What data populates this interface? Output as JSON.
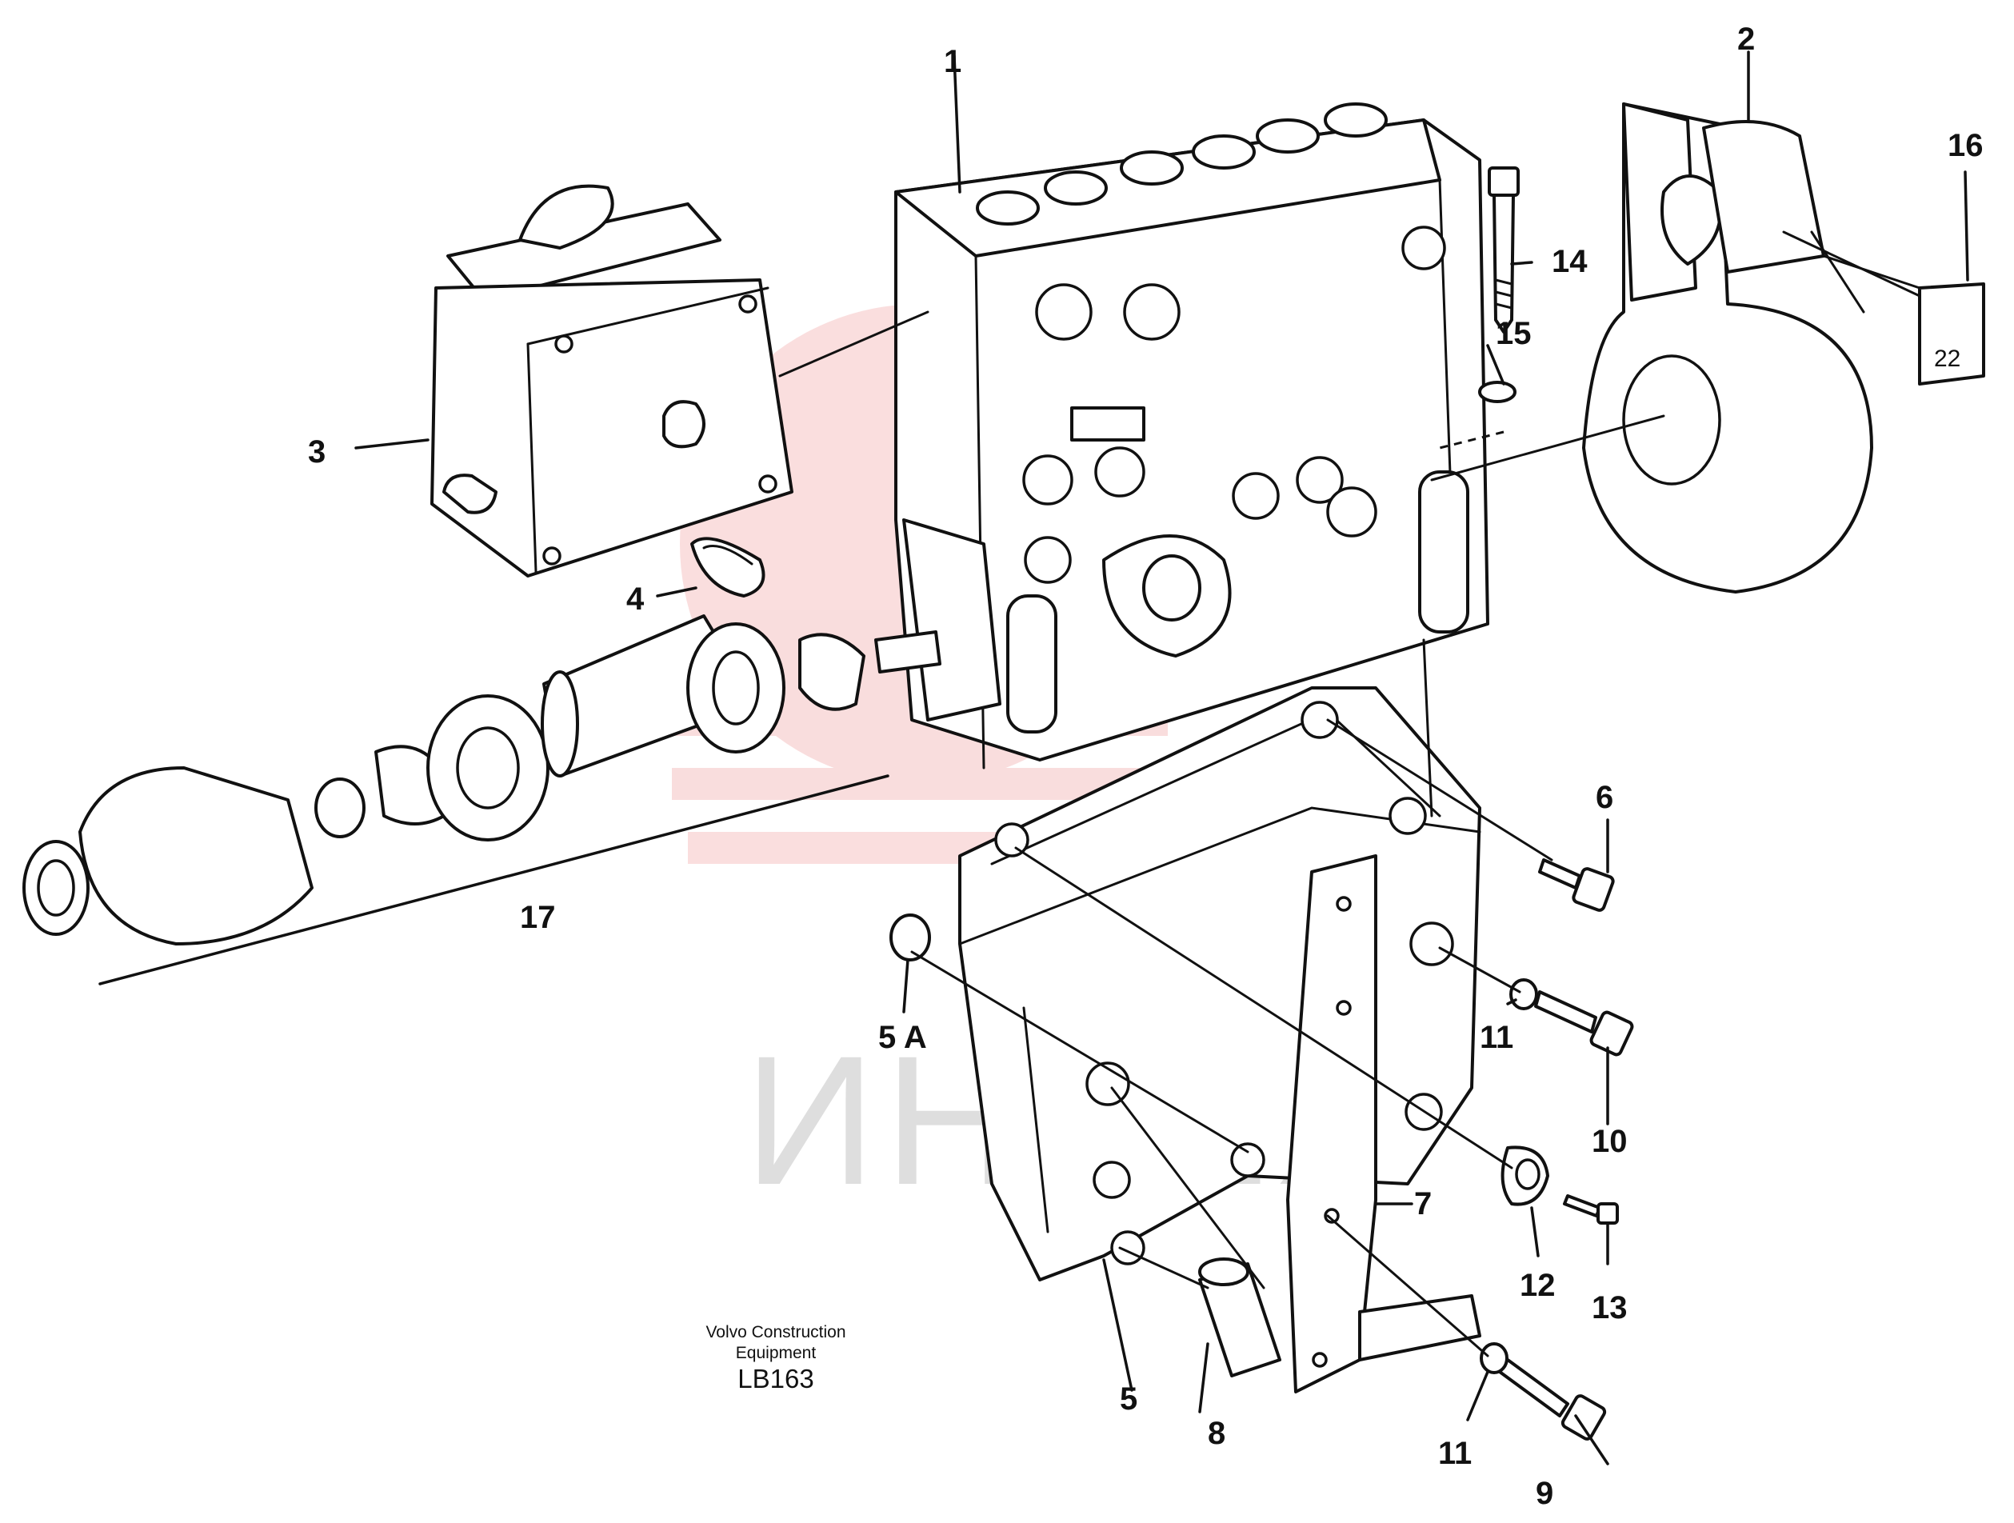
{
  "watermark": {
    "text": "ИНТЕХ",
    "color": "#f0a0a0"
  },
  "callouts": {
    "c1": "1",
    "c2": "2",
    "c3": "3",
    "c4": "4",
    "c5": "5",
    "c5a": "5 A",
    "c6": "6",
    "c7": "7",
    "c8": "8",
    "c9": "9",
    "c10": "10",
    "c11a": "11",
    "c11b": "11",
    "c12": "12",
    "c13": "13",
    "c14": "14",
    "c15": "15",
    "c16": "16",
    "c17": "17"
  },
  "plate_16_label": "22",
  "footer": {
    "line1": "Volvo Construction",
    "line2": "Equipment",
    "code": "LB163"
  }
}
